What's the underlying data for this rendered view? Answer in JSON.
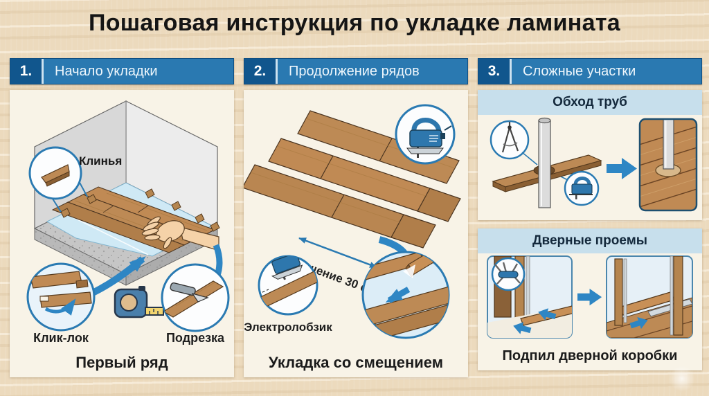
{
  "title": "Пошаговая инструкция по укладке ламината",
  "panels": {
    "p1": {
      "number": "1.",
      "title": "Начало укладки",
      "wedges_label": "Клинья",
      "clicklock_label": "Клик-лок",
      "trim_label": "Подрезка",
      "caption": "Первый ряд"
    },
    "p2": {
      "number": "2.",
      "title": "Продолжение рядов",
      "offset_label": "Смещение 30 см",
      "jigsaw_label": "Электролобзик",
      "caption": "Укладка со смещением"
    },
    "p3": {
      "number": "3.",
      "title": "Сложные участки",
      "pipes_title": "Обход труб",
      "doors_title": "Дверные проемы",
      "caption": "Подпил дверной коробки"
    }
  },
  "colors": {
    "header_bar": "#2a79b1",
    "number_box": "#11568d",
    "card_bg": "#f8f3e7",
    "section_band_bg": "#c7dfec",
    "accent_blue": "#2e86c4",
    "wood_plank": "#bd8a55",
    "background_wood": "#ecdabd"
  }
}
